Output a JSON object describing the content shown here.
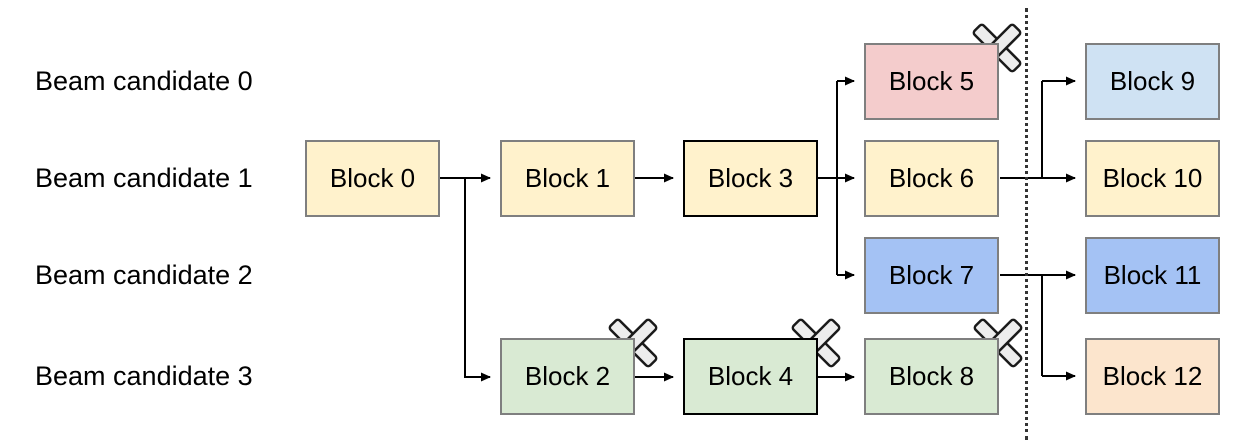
{
  "beam_labels": [
    "Beam candidate 0",
    "Beam candidate 1",
    "Beam candidate 2",
    "Beam candidate 3"
  ],
  "palette": {
    "yellow": "#FFF2CC",
    "green": "#D9EAD3",
    "red": "#F4CCCC",
    "blue": "#A4C2F4",
    "lightblue": "#CFE2F3",
    "peach": "#FCE5CD"
  },
  "line_color": "#000000",
  "border_color": "#7f7f7f",
  "cross_fill": "#ededed",
  "blocks": [
    {
      "label": "Block 0",
      "color": "yellow",
      "beam": 1,
      "crossed": false,
      "emphasized_border": false
    },
    {
      "label": "Block 1",
      "color": "yellow",
      "beam": 1,
      "crossed": false,
      "emphasized_border": false
    },
    {
      "label": "Block 2",
      "color": "green",
      "beam": 3,
      "crossed": true,
      "emphasized_border": false
    },
    {
      "label": "Block 3",
      "color": "yellow",
      "beam": 1,
      "crossed": false,
      "emphasized_border": true
    },
    {
      "label": "Block 4",
      "color": "green",
      "beam": 3,
      "crossed": true,
      "emphasized_border": true
    },
    {
      "label": "Block 5",
      "color": "red",
      "beam": 0,
      "crossed": true,
      "emphasized_border": false
    },
    {
      "label": "Block 6",
      "color": "yellow",
      "beam": 1,
      "crossed": false,
      "emphasized_border": false
    },
    {
      "label": "Block 7",
      "color": "blue",
      "beam": 2,
      "crossed": false,
      "emphasized_border": false
    },
    {
      "label": "Block 8",
      "color": "green",
      "beam": 3,
      "crossed": true,
      "emphasized_border": false
    },
    {
      "label": "Block 9",
      "color": "lightblue",
      "beam": 0,
      "crossed": false,
      "emphasized_border": false
    },
    {
      "label": "Block 10",
      "color": "yellow",
      "beam": 1,
      "crossed": false,
      "emphasized_border": false
    },
    {
      "label": "Block 11",
      "color": "blue",
      "beam": 2,
      "crossed": false,
      "emphasized_border": false
    },
    {
      "label": "Block 12",
      "color": "peach",
      "beam": 3,
      "crossed": false,
      "emphasized_border": false
    }
  ]
}
